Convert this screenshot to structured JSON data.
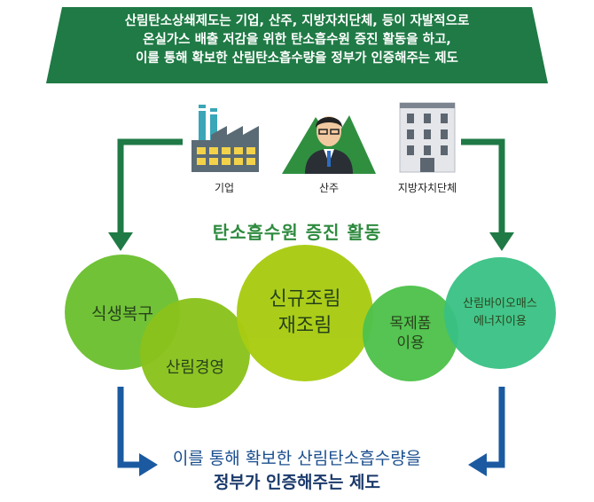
{
  "banner": {
    "lines": [
      "산림탄소상쇄제도는 기업, 산주, 지방자치단체, 등이 자발적으로",
      "온실가스 배출 저감을 위한 탄소흡수원 증진 활동을 하고,",
      "이를 통해 확보한 산림탄소흡수량을 정부가 인증해주는 제도"
    ],
    "color": "#1f7a45"
  },
  "participants": [
    {
      "label": "기업",
      "icon": "factory-icon"
    },
    {
      "label": "산주",
      "icon": "forest-owner-icon"
    },
    {
      "label": "지방자치단체",
      "icon": "building-icon"
    }
  ],
  "activity_title": "탄소흡수원 증진 활동",
  "activities": [
    {
      "lines": [
        "식생복구"
      ],
      "color": "#6cc02f"
    },
    {
      "lines": [
        "산림경영"
      ],
      "color": "#8ac21c"
    },
    {
      "lines": [
        "신규조림",
        "재조림"
      ],
      "color": "#a9cc12"
    },
    {
      "lines": [
        "목제품",
        "이용"
      ],
      "color": "#4fc24c"
    },
    {
      "lines": [
        "산림바이오매스",
        "에너지이용"
      ],
      "color": "#39c184"
    }
  ],
  "footer": {
    "line1": "이를 통해 확보한 산림탄소흡수량을",
    "line2": "정부가 인증해주는 제도"
  },
  "colors": {
    "green_arrow": "#1f7a45",
    "blue_arrow": "#1b5aa0",
    "footer_text": "#1b4f8f"
  }
}
